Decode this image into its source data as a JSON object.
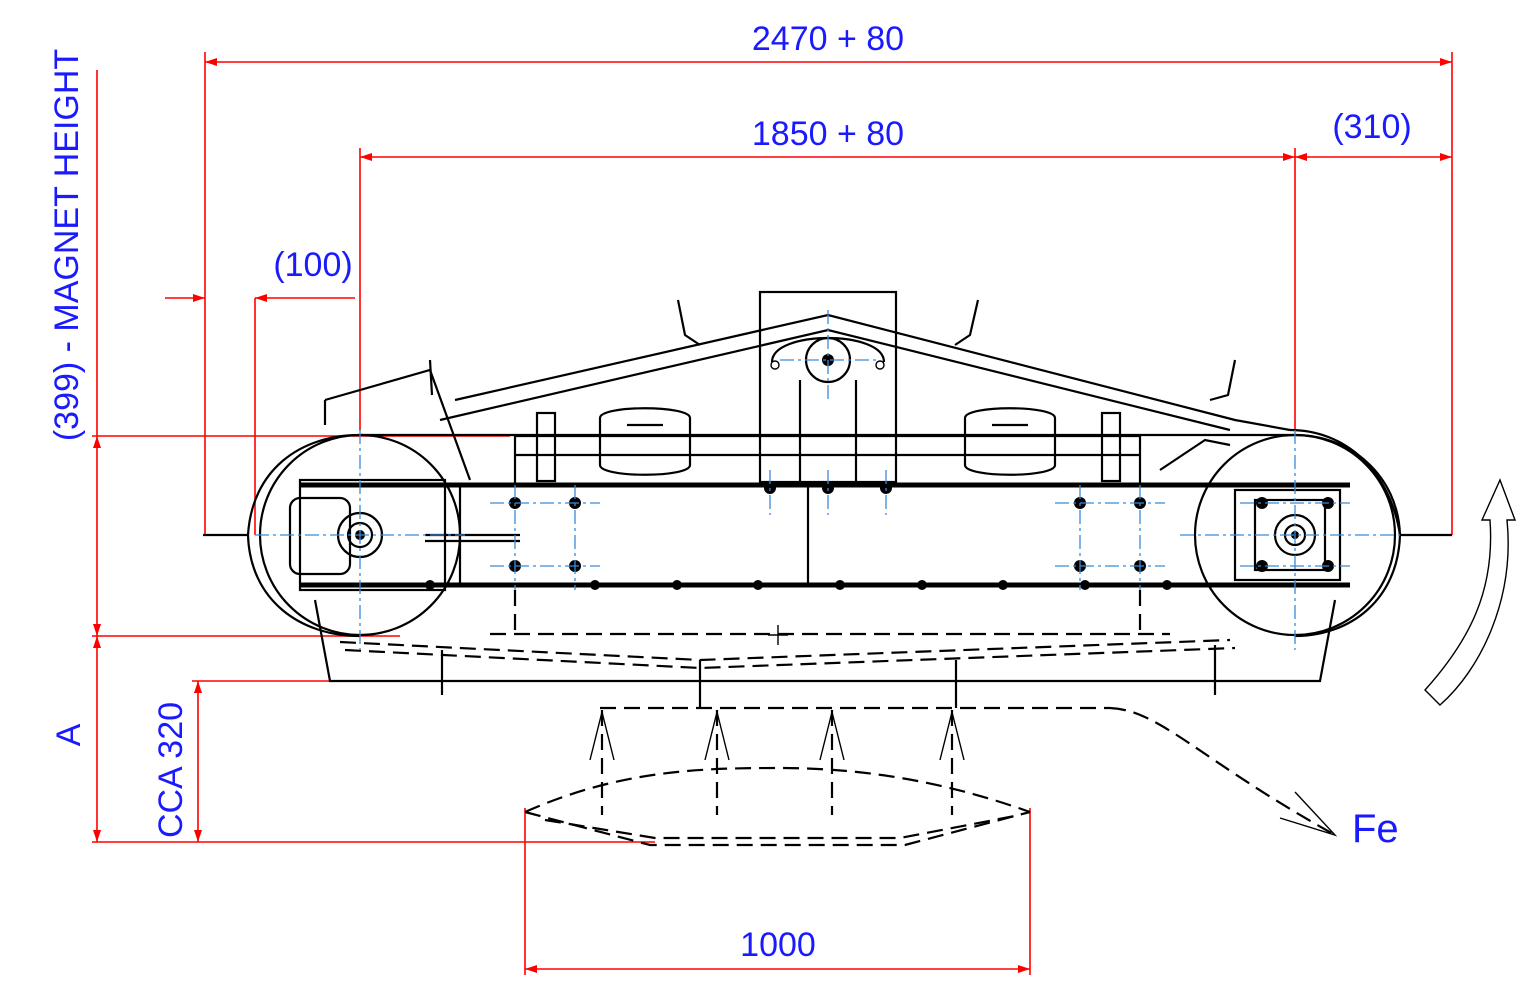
{
  "dimensions": {
    "overall_length": "2470 + 80",
    "drum_centers": "1850 + 80",
    "right_offset": "(310)",
    "left_offset": "(100)",
    "magnet_height": "(399) - MAGNET HEIGHT",
    "distance_a": "A",
    "clearance": "CCA 320",
    "belt_width": "1000"
  },
  "labels": {
    "material": "Fe"
  },
  "colors": {
    "dimension_lines": "#ff0000",
    "dimension_text": "#1a1aff",
    "center_lines": "#3a8ad8",
    "outline": "#000000"
  }
}
